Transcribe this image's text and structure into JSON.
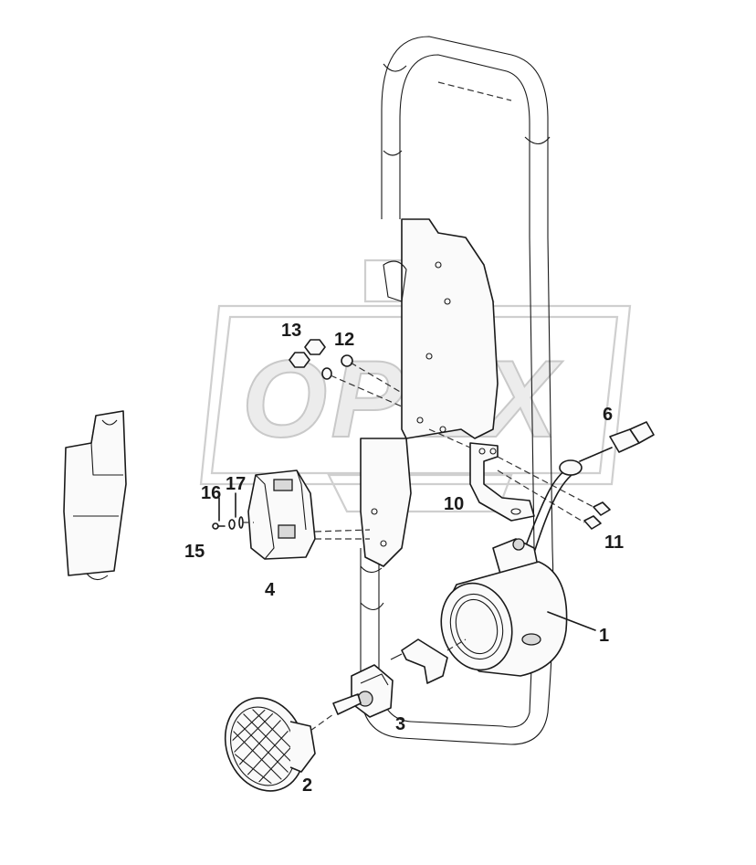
{
  "watermark": {
    "text": "OPEX"
  },
  "callouts": [
    {
      "id": "1",
      "label": "1"
    },
    {
      "id": "2",
      "label": "2"
    },
    {
      "id": "3",
      "label": "3"
    },
    {
      "id": "4",
      "label": "4"
    },
    {
      "id": "6",
      "label": "6"
    },
    {
      "id": "10",
      "label": "10"
    },
    {
      "id": "11",
      "label": "11"
    },
    {
      "id": "12",
      "label": "12"
    },
    {
      "id": "13",
      "label": "13"
    },
    {
      "id": "15",
      "label": "15"
    },
    {
      "id": "16",
      "label": "16"
    },
    {
      "id": "17",
      "label": "17"
    }
  ]
}
